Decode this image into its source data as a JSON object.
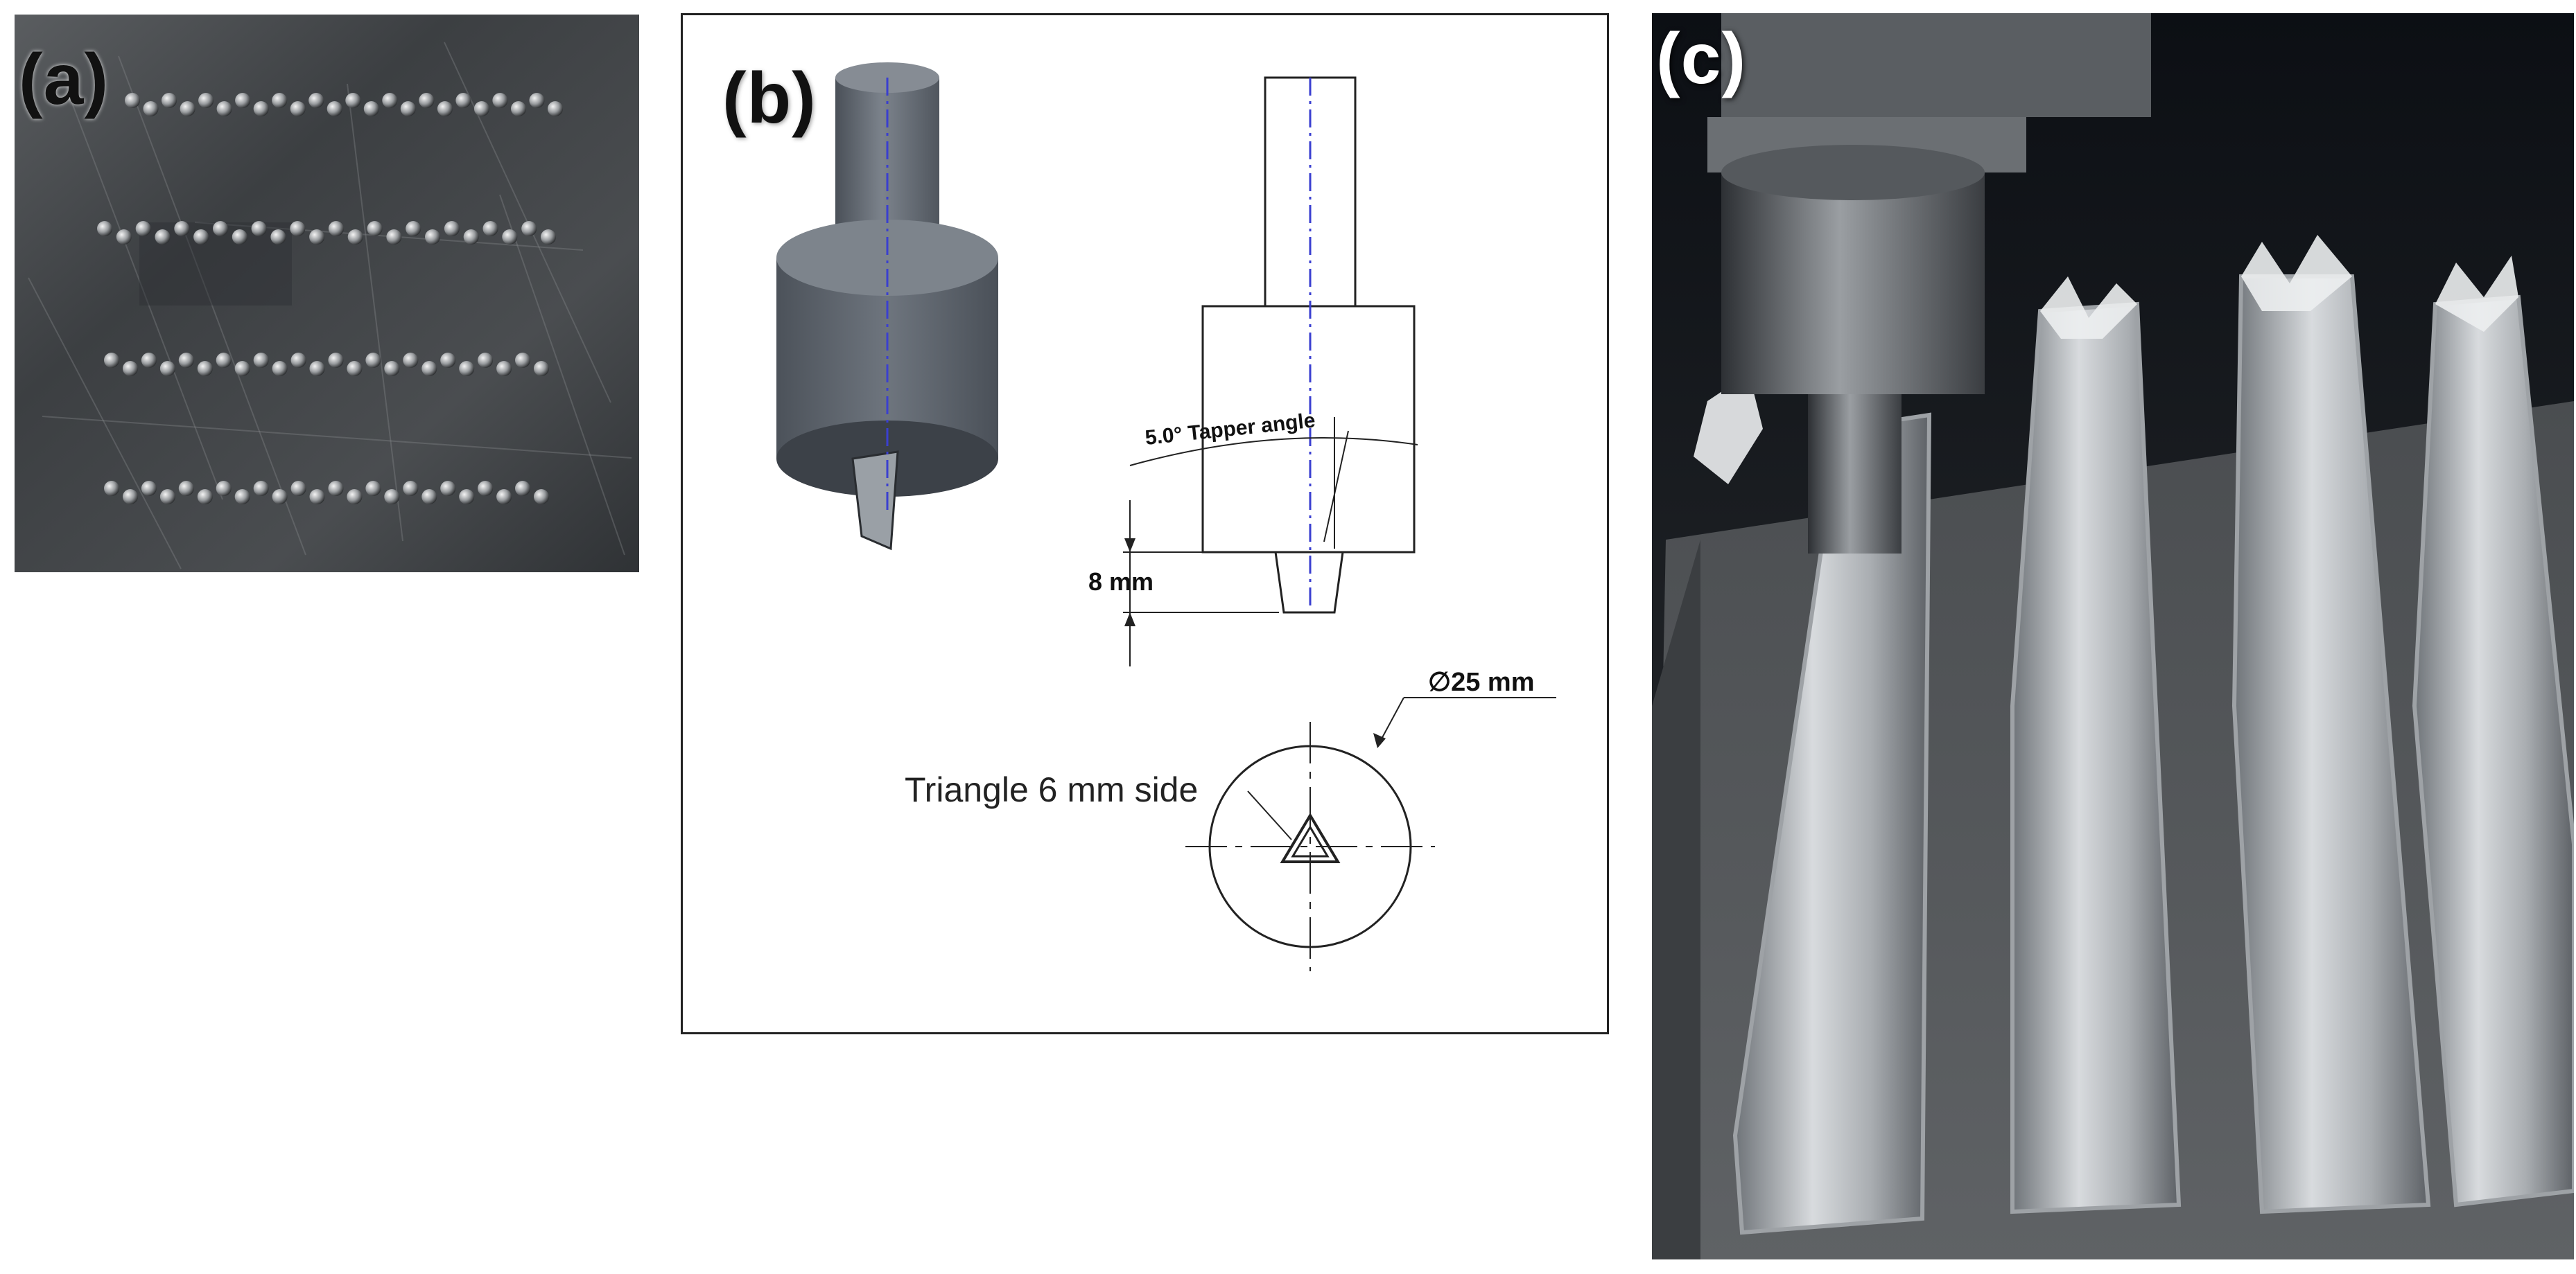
{
  "figure": {
    "panels": [
      {
        "id": "a",
        "label": "(a)",
        "kind": "photo",
        "subject": "metal plate with four rows of drilled holes"
      },
      {
        "id": "b",
        "label": "(b)",
        "kind": "technical-drawing"
      },
      {
        "id": "c",
        "label": "(c)",
        "kind": "photo",
        "subject": "friction stir processing tool over metal plate with processed tracks"
      }
    ],
    "drawing": {
      "taper_label": "5.0° Tapper angle",
      "pin_length_label": "8 mm",
      "diameter_label": "∅25 mm",
      "pin_label": "Triangle 6 mm side"
    },
    "colors": {
      "tool_metal": "#5f6670",
      "center_line": "#3a3fd0",
      "border": "#222222"
    }
  }
}
